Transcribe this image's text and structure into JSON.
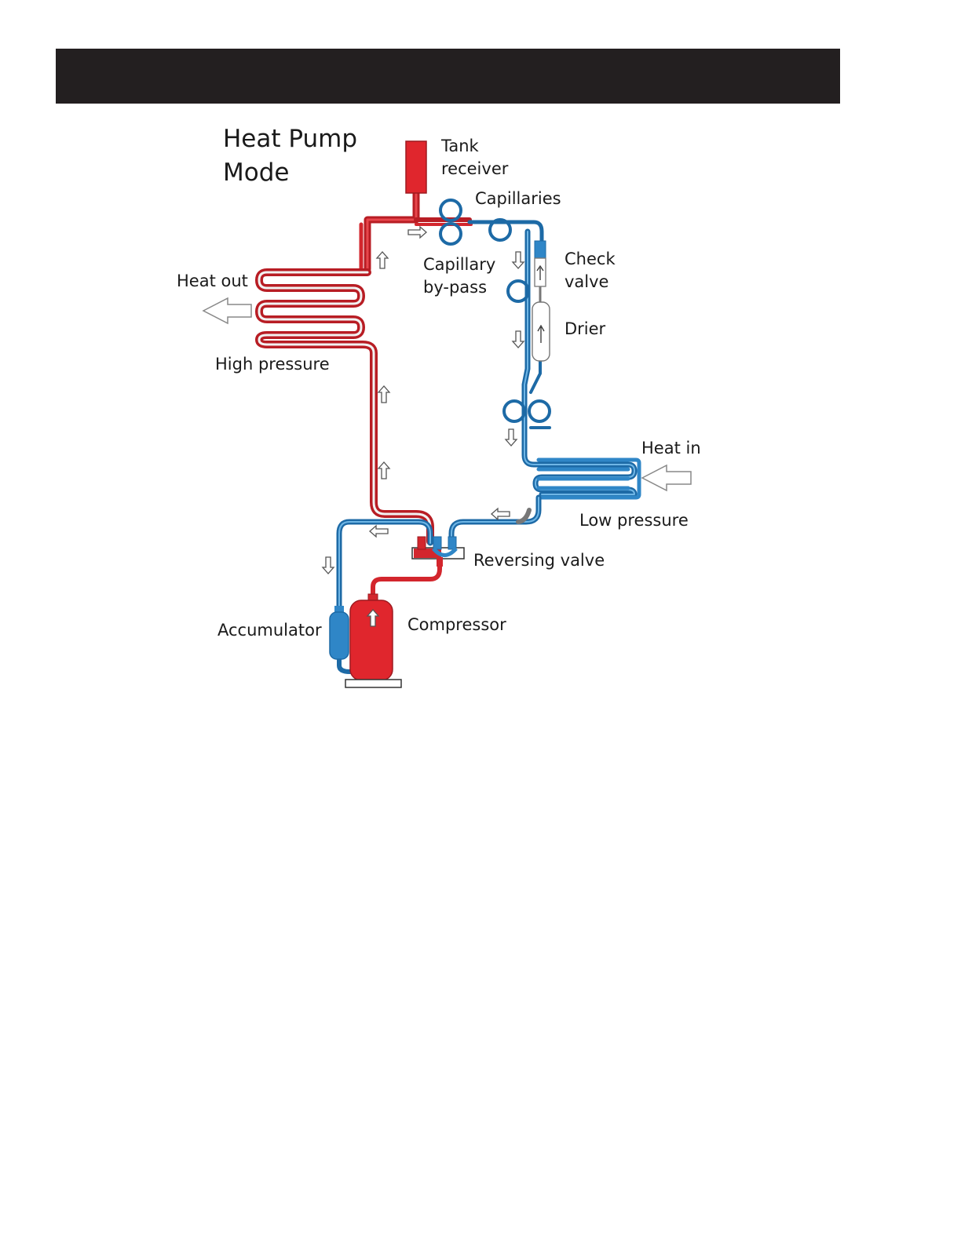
{
  "diagram": {
    "title_line1": "Heat Pump",
    "title_line2": "Mode",
    "labels": {
      "tank_line1": "Tank",
      "tank_line2": "receiver",
      "capillaries": "Capillaries",
      "bypass_line1": "Capillary",
      "bypass_line2": "by-pass",
      "check_line1": "Check",
      "check_line2": "valve",
      "drier": "Drier",
      "heat_out": "Heat out",
      "high_pressure": "High pressure",
      "heat_in": "Heat in",
      "low_pressure": "Low pressure",
      "reversing_valve": "Reversing valve",
      "accumulator": "Accumulator",
      "compressor": "Compressor"
    },
    "colors": {
      "high_pressure_line": "#d3262d",
      "low_pressure_line": "#2f86c7",
      "header_bar": "#231f20"
    }
  }
}
